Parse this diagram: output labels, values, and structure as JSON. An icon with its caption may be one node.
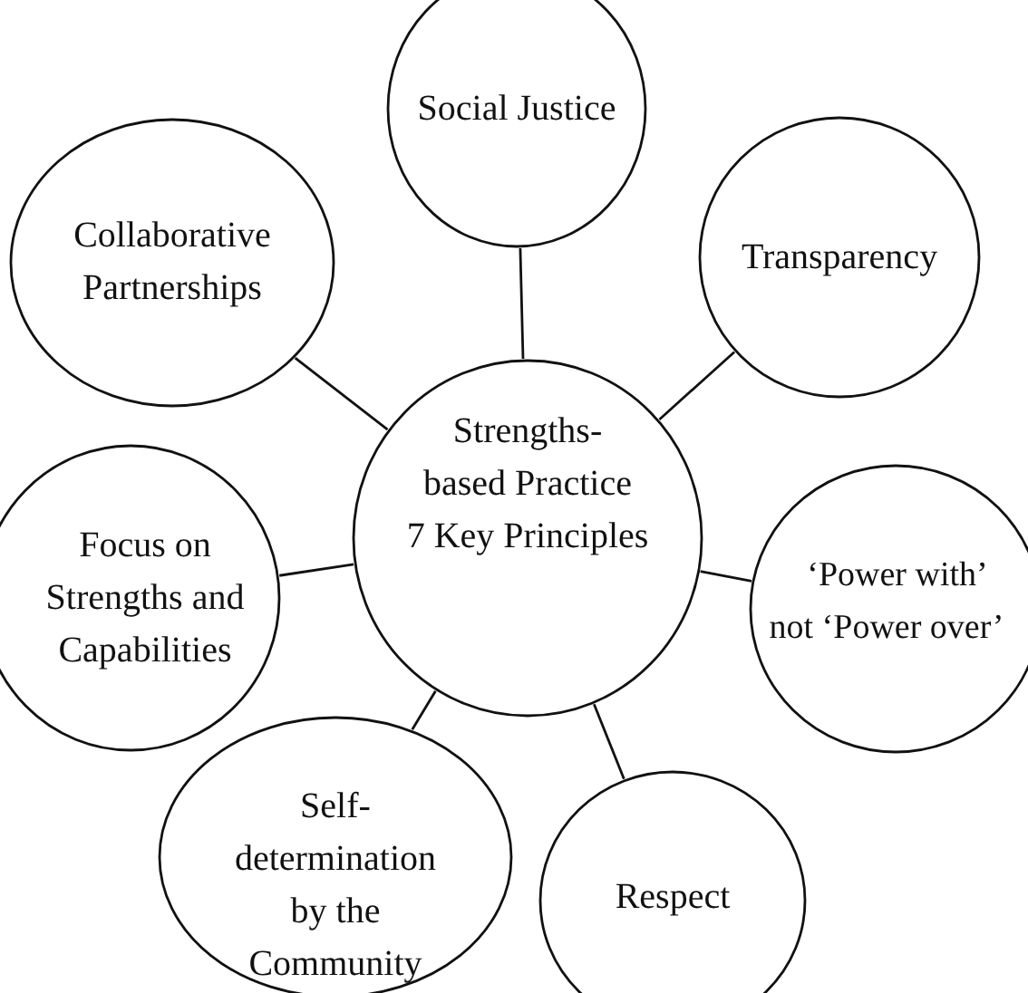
{
  "diagram": {
    "nodes": [
      {
        "text": [
          "Social Justice"
        ]
      },
      {
        "text": [
          "Collaborative Partnerships"
        ]
      },
      {
        "text": [
          "Transparency"
        ]
      },
      {
        "text": [
          "Strengths-based Practice",
          "7 Key Principles"
        ]
      },
      {
        "text": [
          "Focus on Strengths and Capabilities"
        ]
      },
      {
        "text": [
          "‘Power with’ not ‘Power over’"
        ]
      },
      {
        "text": [
          "Self-determination by the Community"
        ]
      },
      {
        "text": [
          "Respect"
        ]
      }
    ],
    "edges": [
      {
        "from": 3,
        "to": 0,
        "arrow": "none"
      },
      {
        "from": 3,
        "to": 1,
        "arrow": "none"
      },
      {
        "from": 3,
        "to": 2,
        "arrow": "none"
      },
      {
        "from": 3,
        "to": 4,
        "arrow": "none"
      },
      {
        "from": 3,
        "to": 5,
        "arrow": "none"
      },
      {
        "from": 3,
        "to": 6,
        "arrow": "none"
      },
      {
        "from": 3,
        "to": 7,
        "arrow": "none"
      }
    ]
  }
}
